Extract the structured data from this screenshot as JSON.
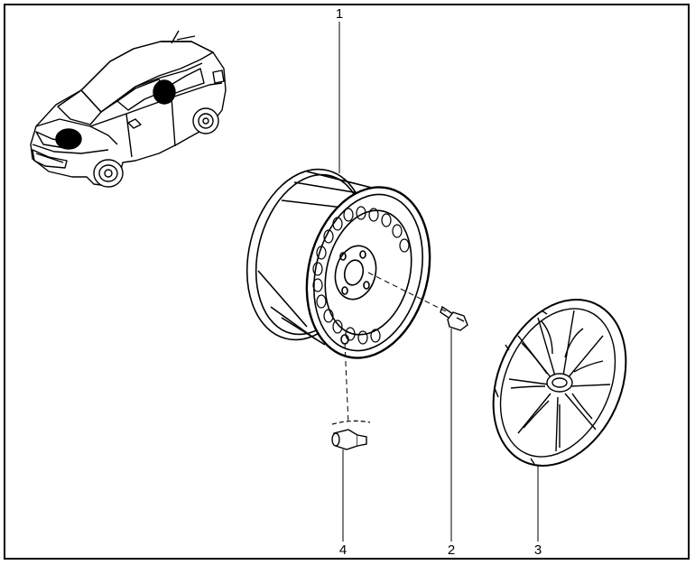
{
  "diagram": {
    "callouts": [
      {
        "id": "wheel",
        "label": "1"
      },
      {
        "id": "bolt",
        "label": "2"
      },
      {
        "id": "hubcap",
        "label": "3"
      },
      {
        "id": "valve",
        "label": "4"
      }
    ],
    "colors": {
      "line": "#000000",
      "background": "#ffffff",
      "marker": "#000000"
    }
  }
}
